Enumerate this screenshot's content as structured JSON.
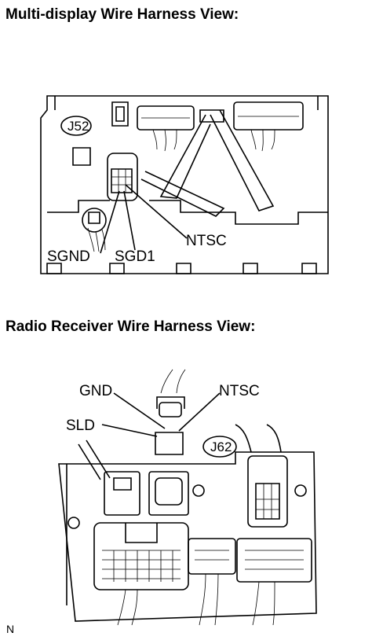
{
  "multi_display": {
    "title": "Multi-display Wire Harness View:",
    "connector": "J52",
    "terminals": [
      "SGND",
      "SGD1",
      "NTSC"
    ]
  },
  "radio_receiver": {
    "title": "Radio Receiver Wire Harness View:",
    "connector": "J62",
    "terminals": [
      "GND",
      "SLD",
      "NTSC"
    ]
  },
  "footer_code": "N"
}
